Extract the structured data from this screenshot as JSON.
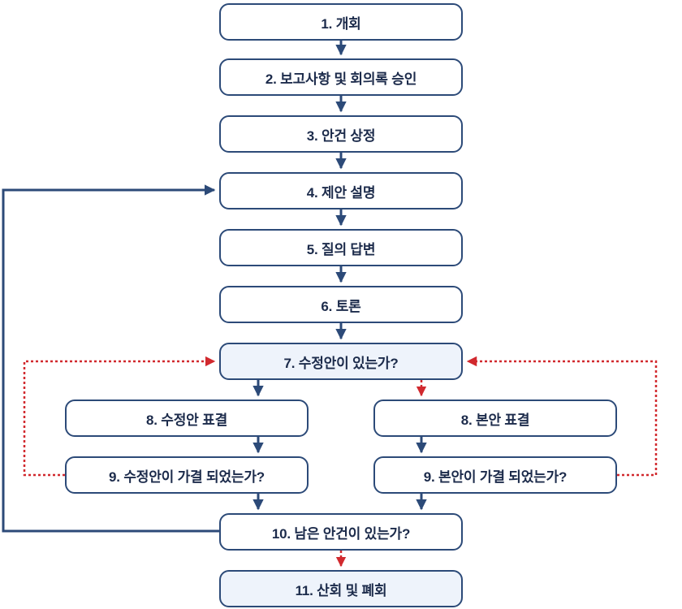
{
  "colors": {
    "navy_border": "#2c4a78",
    "navy_text": "#1c2b4b",
    "red": "#d1292e",
    "highlight_fill": "#eef3fb",
    "box_fill": "#ffffff",
    "background": "#ffffff"
  },
  "flow": {
    "steps": [
      {
        "id": "1",
        "label": "1. 개회",
        "highlighted": false
      },
      {
        "id": "2",
        "label": "2. 보고사항 및 회의록 승인",
        "highlighted": false
      },
      {
        "id": "3",
        "label": "3. 안건 상정",
        "highlighted": false
      },
      {
        "id": "4",
        "label": "4. 제안 설명",
        "highlighted": false
      },
      {
        "id": "5",
        "label": "5. 질의 답변",
        "highlighted": false
      },
      {
        "id": "6",
        "label": "6. 토론",
        "highlighted": false
      },
      {
        "id": "7",
        "label": "7. 수정안이 있는가?",
        "highlighted": true
      },
      {
        "id": "8-amendment",
        "label": "8. 수정안 표결",
        "highlighted": false
      },
      {
        "id": "8-main",
        "label": "8. 본안 표결",
        "highlighted": false
      },
      {
        "id": "9-amendment",
        "label": "9. 수정안이 가결 되었는가?",
        "highlighted": false
      },
      {
        "id": "9-main",
        "label": "9. 본안이 가결 되었는가?",
        "highlighted": false
      },
      {
        "id": "10",
        "label": "10. 남은 안건이 있는가?",
        "highlighted": false
      },
      {
        "id": "11",
        "label": "11. 산회 및 폐회",
        "highlighted": true
      }
    ],
    "edges": [
      {
        "from": "1",
        "to": "2",
        "style": "solid-navy"
      },
      {
        "from": "2",
        "to": "3",
        "style": "solid-navy"
      },
      {
        "from": "3",
        "to": "4",
        "style": "solid-navy"
      },
      {
        "from": "4",
        "to": "5",
        "style": "solid-navy"
      },
      {
        "from": "5",
        "to": "6",
        "style": "solid-navy"
      },
      {
        "from": "6",
        "to": "7",
        "style": "solid-navy"
      },
      {
        "from": "7",
        "to": "8-amendment",
        "style": "solid-navy"
      },
      {
        "from": "7",
        "to": "8-main",
        "style": "dashed-red"
      },
      {
        "from": "8-amendment",
        "to": "9-amendment",
        "style": "solid-navy"
      },
      {
        "from": "8-main",
        "to": "9-main",
        "style": "solid-navy"
      },
      {
        "from": "9-amendment",
        "to": "10",
        "style": "solid-navy"
      },
      {
        "from": "9-main",
        "to": "10",
        "style": "solid-navy"
      },
      {
        "from": "9-amendment",
        "to": "7",
        "style": "dashed-red"
      },
      {
        "from": "9-main",
        "to": "7",
        "style": "dashed-red"
      },
      {
        "from": "10",
        "to": "4",
        "style": "solid-navy"
      },
      {
        "from": "10",
        "to": "11",
        "style": "dashed-red"
      }
    ]
  }
}
